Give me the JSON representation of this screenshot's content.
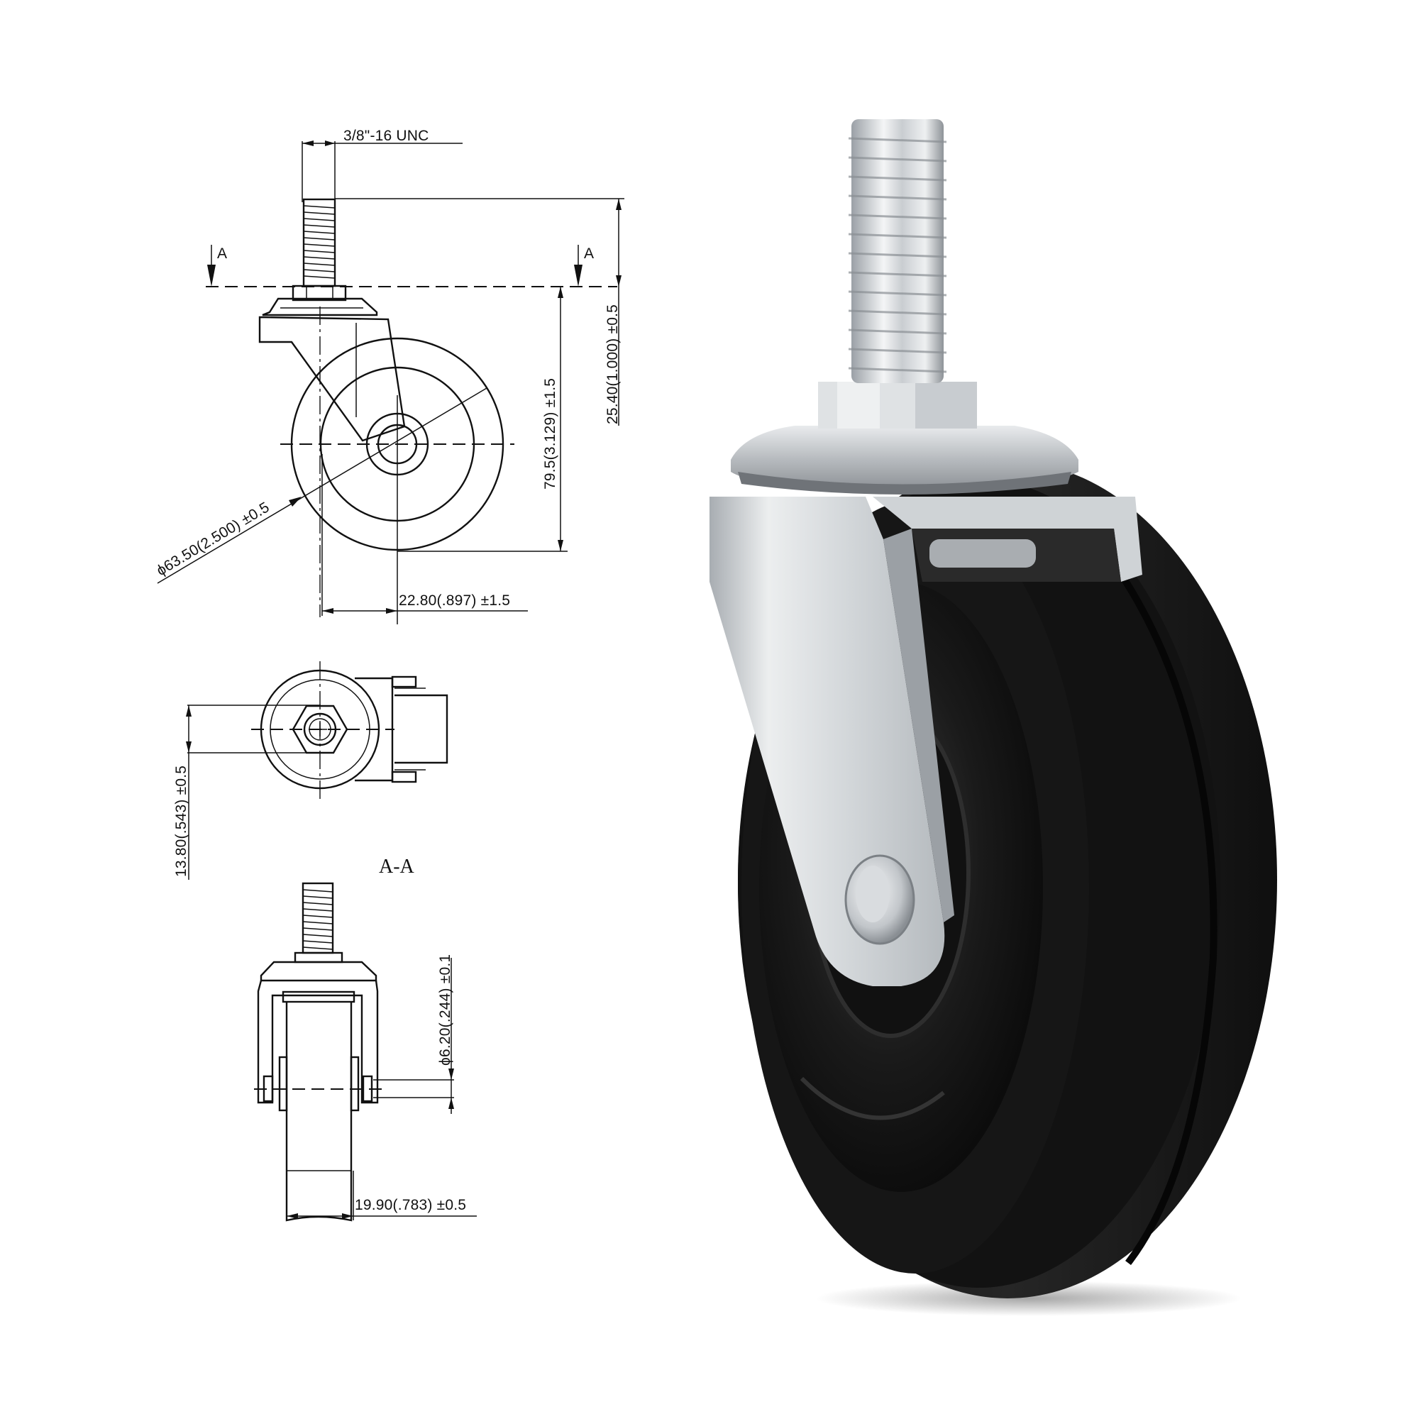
{
  "drawing": {
    "side_view": {
      "thread_spec": "3/8\"-16 UNC",
      "section_marker_left": "A",
      "section_marker_right": "A",
      "wheel_diameter": "ϕ63.50(2.500) ±0.5",
      "overall_height": "79.5(3.129) ±1.5",
      "stem_length": "25.40(1.000) ±0.5",
      "swivel_offset": "22.80(.897) ±1.5"
    },
    "top_view": {
      "hub_dimension": "13.80(.543) ±0.5",
      "section_label": "A-A"
    },
    "front_view": {
      "axle_diameter": "ϕ6.20(.244) ±0.1",
      "wheel_width": "19.90(.783) ±0.5"
    }
  },
  "photo": {
    "subject": "swivel caster with threaded stem, zinc-plated bracket and black rubber wheel",
    "colors": {
      "metal_light": "#e6e8ea",
      "metal_mid": "#b9bdc1",
      "metal_dark": "#7d8186",
      "rubber": "#141414",
      "rubber_highlight": "#3a3a3a"
    }
  }
}
